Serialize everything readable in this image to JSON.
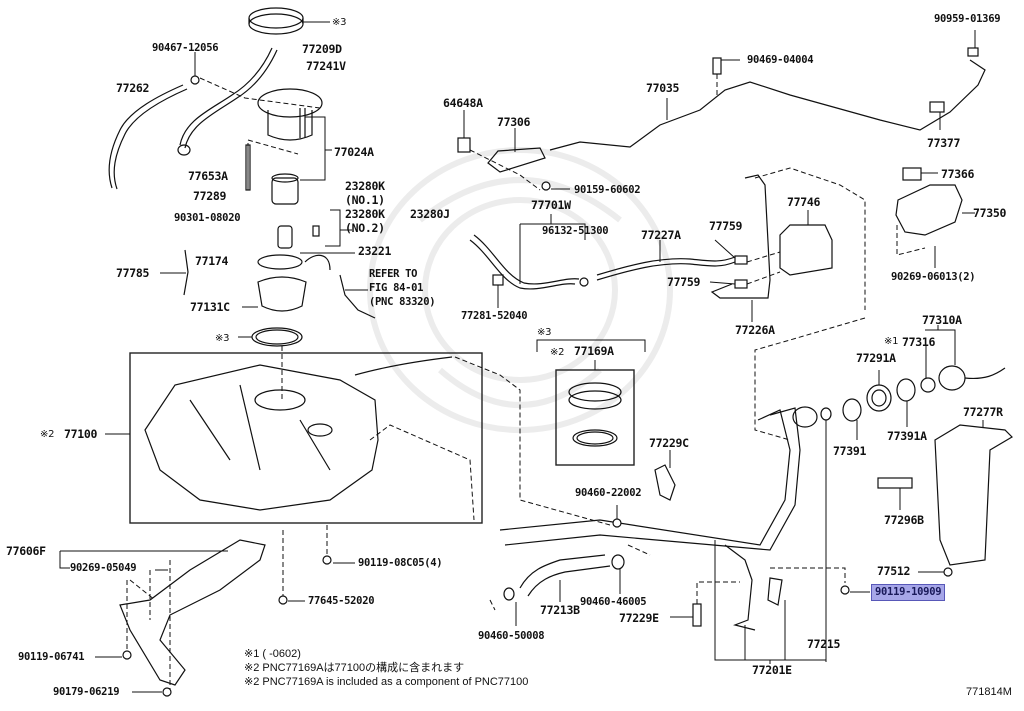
{
  "diagram": {
    "catalog_number": "771814M",
    "selected_part": "90119-10909",
    "highlight_color": "#a6a6e8",
    "highlight_border_color": "#5858b8",
    "callouts": {
      "p77262": "77262",
      "p90467_12056": "90467-12056",
      "p77209D": "77209D",
      "p77241V": "77241V",
      "note3_top": "※3",
      "p77024A": "77024A",
      "p77653A": "77653A",
      "p77289": "77289",
      "p90301_08020": "90301-08020",
      "p23280K_1": "23280K",
      "p23280K_1_sub": "(NO.1)",
      "p23280K_2": "23280K",
      "p23280K_2_sub": "(NO.2)",
      "p23280J": "23280J",
      "p23221": "23221",
      "p77785": "77785",
      "p77174": "77174",
      "refer_line1": "REFER TO",
      "refer_line2": "FIG 84-01",
      "refer_line3": "(PNC 83320)",
      "p77131C": "77131C",
      "note3_gasket": "※3",
      "note2_tank": "※2",
      "p77100": "77100",
      "p64648A": "64648A",
      "p77306": "77306",
      "p77035": "77035",
      "p90469_04004": "90469-04004",
      "p90159_60602": "90159-60602",
      "p77701W": "77701W",
      "p96132_51300": "96132-51300",
      "p77227A": "77227A",
      "p77759_a": "77759",
      "p77759_b": "77759",
      "p77746": "77746",
      "p77226A": "77226A",
      "p77281_52040": "77281-52040",
      "p90959_01369": "90959-01369",
      "p77377": "77377",
      "p77366": "77366",
      "p77350": "77350",
      "p90269_06013": "90269-06013(2)",
      "note3_kit": "※3",
      "note2_kit": "※2",
      "p77169A": "77169A",
      "p77310A": "77310A",
      "note1_cap": "※1",
      "p77316": "77316",
      "p77291A": "77291A",
      "p77391A": "77391A",
      "p77391": "77391",
      "p77277R": "77277R",
      "p77296B": "77296B",
      "p77229C": "77229C",
      "p90460_22002": "90460-22002",
      "p90460_46005": "90460-46005",
      "p77213B": "77213B",
      "p90460_50008": "90460-50008",
      "p77229E": "77229E",
      "p77215": "77215",
      "p77201E": "77201E",
      "p77512": "77512",
      "p90119_10909": "90119-10909",
      "p77606F": "77606F",
      "p90269_05049": "90269-05049",
      "p90119_08C05": "90119-08C05(4)",
      "p77645_52020": "77645-52020",
      "p90119_06741": "90119-06741",
      "p90179_06219": "90179-06219"
    },
    "footnotes": [
      "※1 (      -0602)",
      "※2 PNC77169Aは77100の構成に含まれます",
      "※2 PNC77169A is included as a component of PNC77100"
    ]
  }
}
